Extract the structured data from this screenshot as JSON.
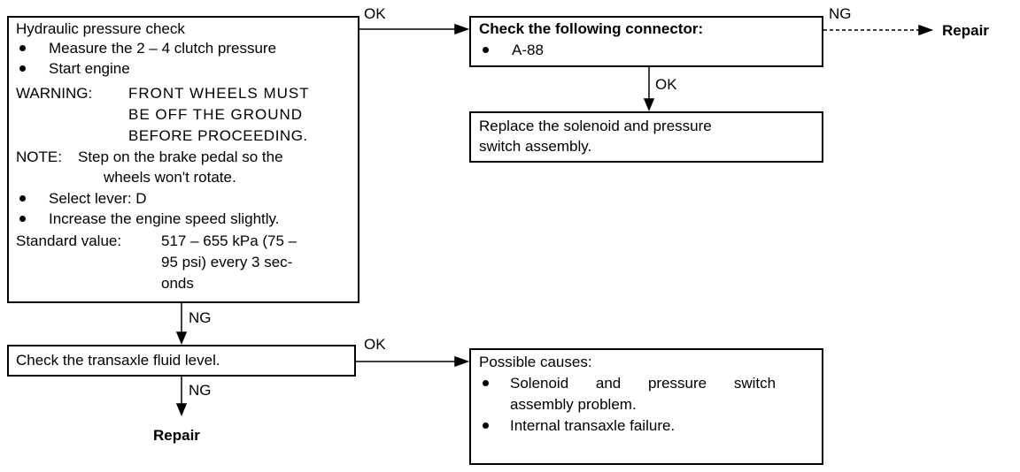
{
  "box1": {
    "title": "Hydraulic pressure check",
    "bullet1": "Measure the 2 – 4 clutch pressure",
    "bullet2": "Start engine",
    "warning_label": "WARNING:",
    "warning_lines": [
      "FRONT WHEELS MUST",
      "BE OFF THE GROUND",
      "BEFORE PROCEEDING."
    ],
    "note_label": "NOTE:",
    "note_lines": [
      "Step on the brake pedal so the",
      "wheels won't rotate."
    ],
    "bullet3": "Select lever: D",
    "bullet4": "Increase the engine speed slightly.",
    "std_label": "Standard value:",
    "std_lines": [
      "517 – 655 kPa (75 –",
      "95 psi) every 3 sec-",
      "onds"
    ]
  },
  "box2": {
    "title": "Check the following connector:",
    "bullet1": "A-88"
  },
  "box3": {
    "lines": [
      "Replace the solenoid and pressure",
      "switch assembly."
    ]
  },
  "box4": {
    "text": "Check the transaxle fluid level."
  },
  "box5": {
    "title": "Possible causes:",
    "bullet1_lines": [
      "Solenoid and pressure switch",
      "assembly problem."
    ],
    "bullet2": "Internal transaxle failure."
  },
  "labels": {
    "ok1": "OK",
    "ng1": "NG",
    "ok2": "OK",
    "ng2": "NG",
    "ok3": "OK",
    "ng3": "NG",
    "repair1": "Repair",
    "repair2": "Repair"
  }
}
